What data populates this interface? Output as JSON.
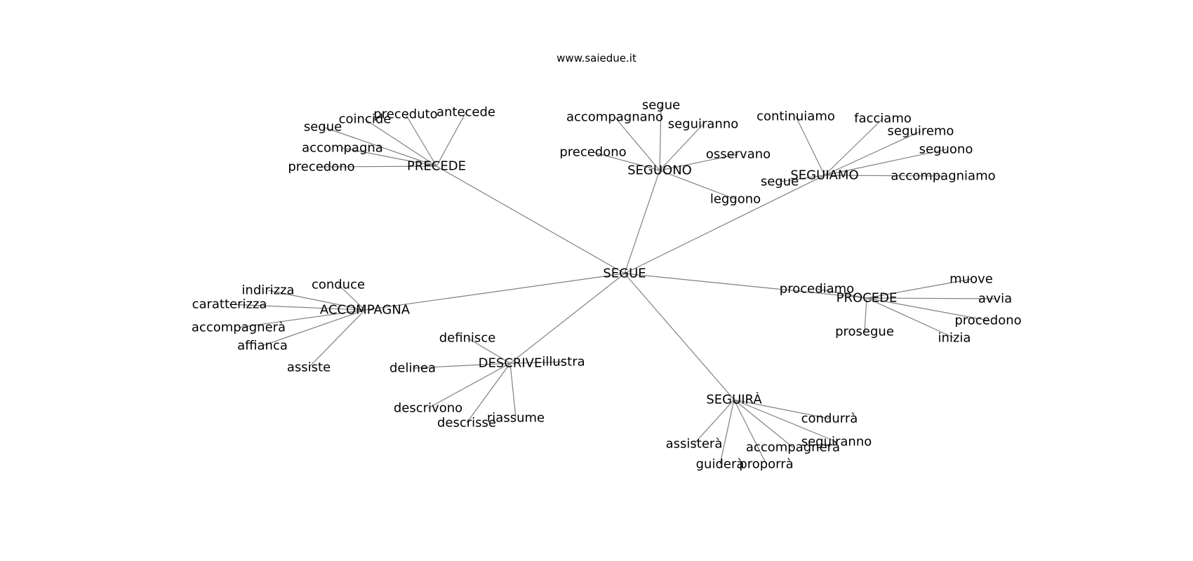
{
  "header": {
    "site": "www.saiedue.it"
  },
  "colors": {
    "edge": "#808080",
    "text": "#000000",
    "background": "#ffffff"
  },
  "graph": {
    "root": "SEGUE",
    "groups": [
      {
        "name": "PRECEDE",
        "leaves": [
          "preceduto",
          "coincide",
          "antecede",
          "segue",
          "accompagna",
          "precedono"
        ]
      },
      {
        "name": "SEGUONO",
        "leaves": [
          "segue",
          "accompagnano",
          "seguiranno",
          "precedono",
          "osservano",
          "leggono"
        ]
      },
      {
        "name": "SEGUIAMO",
        "leaves": [
          "continuiamo",
          "facciamo",
          "seguiremo",
          "seguono",
          "accompagniamo",
          "segue"
        ]
      },
      {
        "name": "ACCOMPAGNA",
        "leaves": [
          "conduce",
          "indirizza",
          "caratterizza",
          "accompagnerà",
          "affianca",
          "assiste"
        ]
      },
      {
        "name": "PROCEDE",
        "leaves": [
          "procediamo",
          "muove",
          "avvia",
          "procedono",
          "inizia",
          "prosegue"
        ]
      },
      {
        "name": "DESCRIVE",
        "leaves": [
          "definisce",
          "illustra",
          "delinea",
          "descrivono",
          "descrisse",
          "riassume"
        ]
      },
      {
        "name": "SEGUIRÀ",
        "leaves": [
          "condurrà",
          "seguiranno",
          "accompagnerà",
          "proporrà",
          "guiderà",
          "assisterà"
        ]
      }
    ]
  }
}
